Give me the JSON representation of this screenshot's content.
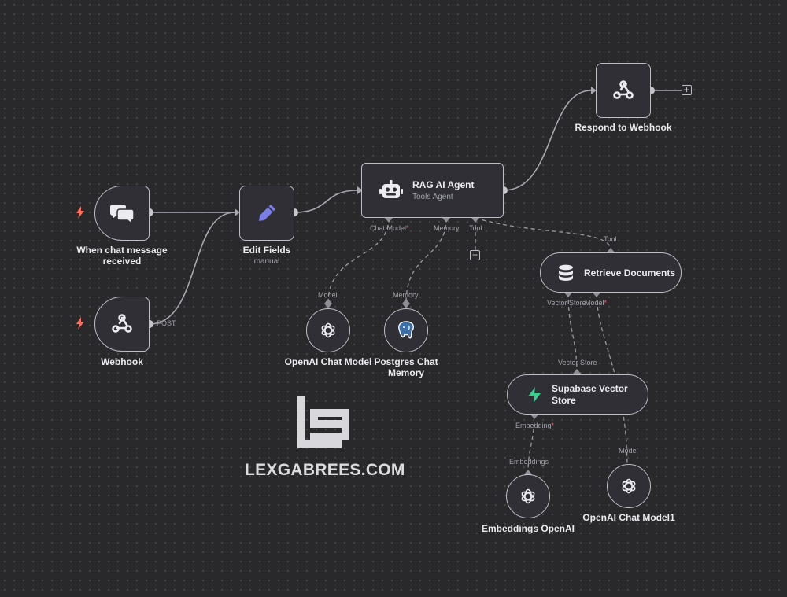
{
  "nodes": {
    "chat_trigger": {
      "label_line1": "When chat message",
      "label_line2": "received",
      "icon": "chat-bubbles-icon"
    },
    "webhook": {
      "label": "Webhook",
      "port_label": "POST",
      "icon": "webhook-icon"
    },
    "edit_fields": {
      "label": "Edit Fields",
      "sub": "manual",
      "icon": "pencil-icon"
    },
    "rag_agent": {
      "title": "RAG AI Agent",
      "sub": "Tools Agent",
      "icon": "robot-icon",
      "port_chat_model": "Chat Model",
      "port_memory": "Memory",
      "port_tool": "Tool"
    },
    "respond": {
      "label": "Respond to Webhook",
      "icon": "webhook-icon"
    },
    "retrieve": {
      "title": "Retrieve Documents",
      "icon": "database-icon",
      "in_label": "Tool",
      "port_vector_store": "Vector Store",
      "port_model": "Model"
    },
    "openai_chat": {
      "label": "OpenAI Chat Model",
      "in_label": "Model",
      "icon": "openai-icon"
    },
    "postgres": {
      "label_line1": "Postgres Chat",
      "label_line2": "Memory",
      "in_label": "Memory",
      "icon": "postgres-icon"
    },
    "supabase": {
      "title_line1": "Supabase Vector",
      "title_line2": "Store",
      "icon": "supabase-icon",
      "in_label": "Vector Store",
      "port_embedding": "Embedding"
    },
    "embeddings": {
      "label": "Embeddings OpenAI",
      "in_label": "Embeddings",
      "icon": "openai-icon"
    },
    "openai_chat1": {
      "label": "OpenAI Chat Model1",
      "in_label": "Model",
      "icon": "openai-icon"
    }
  },
  "required_marker": "*",
  "add_button": "+",
  "watermark": "LEXGABREES.COM",
  "colors": {
    "canvas": "#29292b",
    "node_border": "#bdbdc4",
    "node_fill": "#2f2f35",
    "trigger_bolt": "#ff6d5a",
    "pencil": "#7b7fe8",
    "supabase": "#3ecf8e"
  }
}
